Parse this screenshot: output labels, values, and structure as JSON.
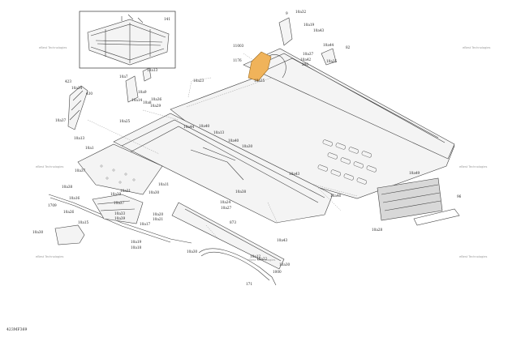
{
  "diagram_code": "423MF369",
  "watermark_text": "eBest Technologies",
  "inset_label": "141",
  "highlight_color": "#f0b35a",
  "labels": [
    {
      "text": "9"
    },
    {
      "text": "10a32"
    },
    {
      "text": "10a19"
    },
    {
      "text": "10a43"
    },
    {
      "text": "11003"
    },
    {
      "text": "1176"
    },
    {
      "text": "10a35"
    },
    {
      "text": "10a42"
    },
    {
      "text": "200"
    },
    {
      "text": "10a37"
    },
    {
      "text": "10a44"
    },
    {
      "text": "10a25"
    },
    {
      "text": "82"
    },
    {
      "text": "10a7"
    },
    {
      "text": "10a13"
    },
    {
      "text": "10a23"
    },
    {
      "text": "10a9"
    },
    {
      "text": "10a14"
    },
    {
      "text": "10a8"
    },
    {
      "text": "10a29"
    },
    {
      "text": "10a36"
    },
    {
      "text": "10a34"
    },
    {
      "text": "423"
    },
    {
      "text": "430"
    },
    {
      "text": "10a37"
    },
    {
      "text": "10a25"
    },
    {
      "text": "10a13"
    },
    {
      "text": "10a40"
    },
    {
      "text": "10a44"
    },
    {
      "text": "10a13"
    },
    {
      "text": "10a30"
    },
    {
      "text": "10a40"
    },
    {
      "text": "10a43"
    },
    {
      "text": "10a37"
    },
    {
      "text": "10a1"
    },
    {
      "text": "10a11"
    },
    {
      "text": "10a38"
    },
    {
      "text": "10a16"
    },
    {
      "text": "10a39"
    },
    {
      "text": "10a30"
    },
    {
      "text": "10a31"
    },
    {
      "text": "10a37"
    },
    {
      "text": "10a33"
    },
    {
      "text": "10a39"
    },
    {
      "text": "10a20"
    },
    {
      "text": "10a21"
    },
    {
      "text": "10a17"
    },
    {
      "text": "10a19"
    },
    {
      "text": "10a18"
    },
    {
      "text": "10a26"
    },
    {
      "text": "10a15"
    },
    {
      "text": "10a30"
    },
    {
      "text": "10a24"
    },
    {
      "text": "10a38"
    },
    {
      "text": "10a30"
    },
    {
      "text": "10a43"
    },
    {
      "text": "10a46"
    },
    {
      "text": "10a12"
    },
    {
      "text": "10a22"
    },
    {
      "text": "10a28"
    },
    {
      "text": "10a27"
    },
    {
      "text": "96"
    },
    {
      "text": "10a49"
    },
    {
      "text": "10a30"
    },
    {
      "text": "171"
    },
    {
      "text": "1000"
    },
    {
      "text": "873"
    },
    {
      "text": "1709"
    }
  ]
}
